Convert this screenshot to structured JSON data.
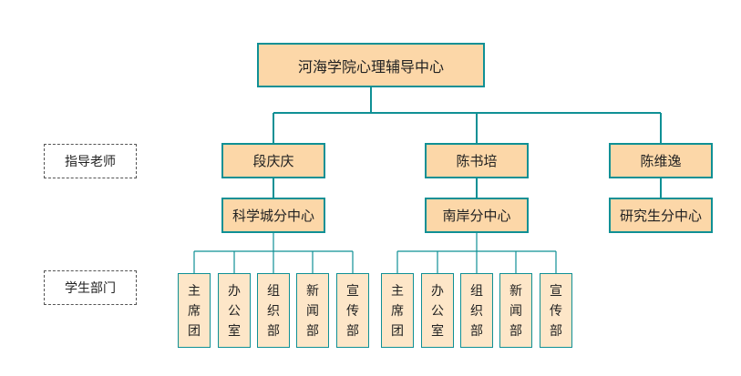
{
  "root": {
    "title": "河海学院心理辅导中心"
  },
  "labels": {
    "advisors": "指导老师",
    "student_depts": "学生部门"
  },
  "advisors": [
    {
      "name": "段庆庆",
      "center": "科学城分中心"
    },
    {
      "name": "陈书培",
      "center": "南岸分中心"
    },
    {
      "name": "陈维逸",
      "center": "研究生分中心"
    }
  ],
  "departments_group_1": [
    {
      "chars": [
        "主",
        "席",
        "团"
      ]
    },
    {
      "chars": [
        "办",
        "公",
        "室"
      ]
    },
    {
      "chars": [
        "组",
        "织",
        "部"
      ]
    },
    {
      "chars": [
        "新",
        "闻",
        "部"
      ]
    },
    {
      "chars": [
        "宣",
        "传",
        "部"
      ]
    }
  ],
  "departments_group_2": [
    {
      "chars": [
        "主",
        "席",
        "团"
      ]
    },
    {
      "chars": [
        "办",
        "公",
        "室"
      ]
    },
    {
      "chars": [
        "组",
        "织",
        "部"
      ]
    },
    {
      "chars": [
        "新",
        "闻",
        "部"
      ]
    },
    {
      "chars": [
        "宣",
        "传",
        "部"
      ]
    }
  ],
  "colors": {
    "line": "#0f9095",
    "node_fill": "#fcd7a8",
    "dept_fill": "#fde6c8"
  }
}
